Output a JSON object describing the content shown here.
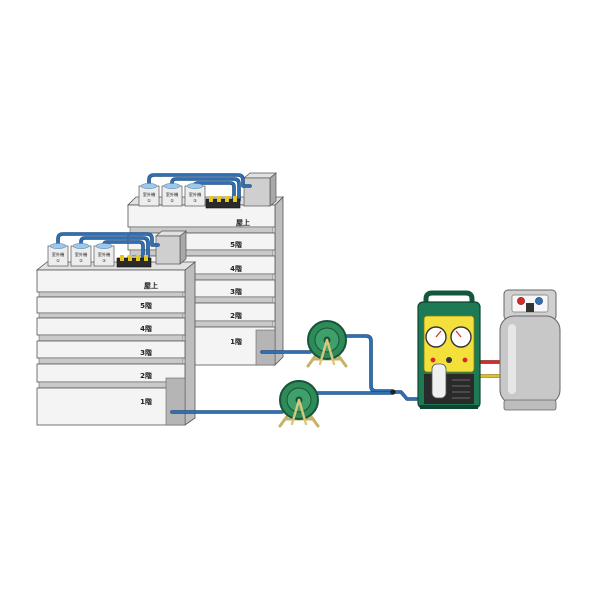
{
  "buildings": {
    "back": {
      "floors": [
        "屋上",
        "5階",
        "4階",
        "3階",
        "2階",
        "1階"
      ],
      "outdoor_units": [
        {
          "label": "室外機",
          "number": "①"
        },
        {
          "label": "室外機",
          "number": "②"
        },
        {
          "label": "室外機",
          "number": "③"
        }
      ]
    },
    "front": {
      "floors": [
        "屋上",
        "5階",
        "4階",
        "3階",
        "2階",
        "1階"
      ],
      "outdoor_units": [
        {
          "label": "室外機",
          "number": "①"
        },
        {
          "label": "室外機",
          "number": "②"
        },
        {
          "label": "室外機",
          "number": "③"
        }
      ]
    }
  },
  "colors": {
    "pipe": "#2f6fb5",
    "hose_reel": "#2e8b57",
    "recovery_machine": "#1e7a55",
    "machine_panel": "#f3e03a",
    "cylinder": "#c8c8c8",
    "high_pressure_line": "#d62a2a",
    "charge_line": "#e0c020"
  },
  "icons": [
    "outdoor-unit-icon",
    "hose-reel-icon",
    "recovery-machine-icon",
    "refrigerant-cylinder-icon",
    "pressure-gauge-icon"
  ]
}
